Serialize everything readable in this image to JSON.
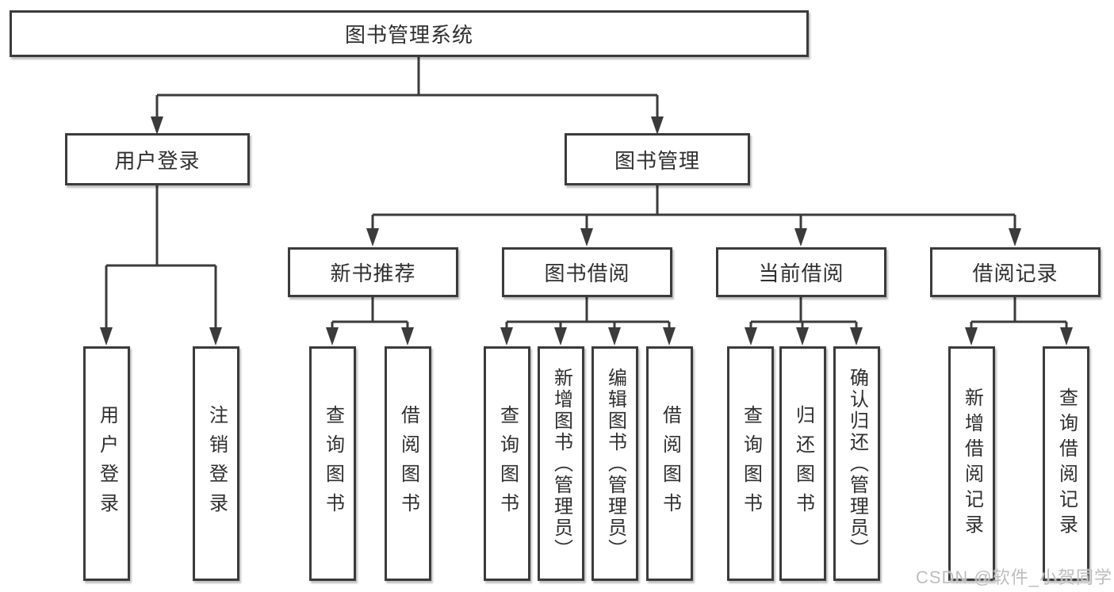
{
  "diagram": {
    "root": {
      "label": "图书管理系统"
    },
    "level2": [
      {
        "label": "用户登录"
      },
      {
        "label": "图书管理"
      }
    ],
    "level3": [
      {
        "label": "新书推荐"
      },
      {
        "label": "图书借阅"
      },
      {
        "label": "当前借阅"
      },
      {
        "label": "借阅记录"
      }
    ],
    "leaves": {
      "user_login": [
        {
          "label": "用户登录"
        },
        {
          "label": "注销登录"
        }
      ],
      "new_book_recommend": [
        {
          "label": "查询图书"
        },
        {
          "label": "借阅图书"
        }
      ],
      "book_borrowing": [
        {
          "label": "查询图书"
        },
        {
          "label": "新增图书（管理员）"
        },
        {
          "label": "编辑图书（管理员）"
        },
        {
          "label": "借阅图书"
        }
      ],
      "current_borrowing": [
        {
          "label": "查询图书"
        },
        {
          "label": "归还图书"
        },
        {
          "label": "确认归还（管理员）"
        }
      ],
      "borrowing_records": [
        {
          "label": "新增借阅记录"
        },
        {
          "label": "查询借阅记录"
        }
      ]
    },
    "watermark": "CSDN @软件_小贺同学",
    "colors": {
      "line": "#3b3b3b",
      "text": "#2f2f2f",
      "watermark": "#bdbdbd",
      "background": "#ffffff"
    }
  }
}
